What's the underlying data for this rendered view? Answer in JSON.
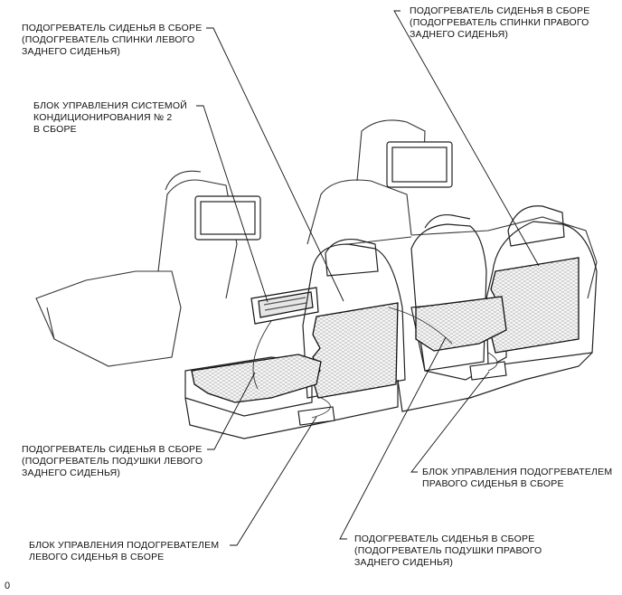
{
  "labels": {
    "top_left": [
      "ПОДОГРЕВАТЕЛЬ СИДЕНЬЯ В СБОРЕ",
      "(ПОДОГРЕВАТЕЛЬ СПИНКИ ЛЕВОГО",
      "ЗАДНЕГО СИДЕНЬЯ)"
    ],
    "top_right": [
      "ПОДОГРЕВАТЕЛЬ СИДЕНЬЯ В СБОРЕ",
      "(ПОДОГРЕВАТЕЛЬ СПИНКИ ПРАВОГО",
      "ЗАДНЕГО СИДЕНЬЯ)"
    ],
    "ac_control": [
      "БЛОК УПРАВЛЕНИЯ СИСТЕМОЙ",
      "КОНДИЦИОНИРОВАНИЯ № 2",
      "В СБОРЕ"
    ],
    "mid_left": [
      "ПОДОГРЕВАТЕЛЬ СИДЕНЬЯ В СБОРЕ",
      "(ПОДОГРЕВАТЕЛЬ ПОДУШКИ ЛЕВОГО",
      "ЗАДНЕГО СИДЕНЬЯ)"
    ],
    "mid_right": [
      "БЛОК УПРАВЛЕНИЯ ПОДОГРЕВАТЕЛЕМ",
      "ПРАВОГО СИДЕНЬЯ В СБОРЕ"
    ],
    "bottom_left": [
      "БЛОК УПРАВЛЕНИЯ ПОДОГРЕВАТЕЛЕМ",
      "ЛЕВОГО СИДЕНЬЯ В СБОРЕ"
    ],
    "bottom_right": [
      "ПОДОГРЕВАТЕЛЬ СИДЕНЬЯ В СБОРЕ",
      "(ПОДОГРЕВАТЕЛЬ ПОДУШКИ ПРАВОГО",
      "ЗАДНЕГО СИДЕНЬЯ)"
    ]
  },
  "figure_number": "0"
}
